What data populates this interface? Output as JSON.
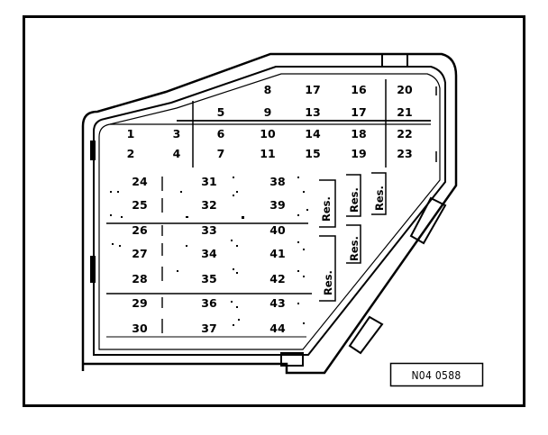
{
  "reference_code": "N04 0588",
  "fuses_upper": [
    {
      "label": "8"
    },
    {
      "label": "17"
    },
    {
      "label": "16"
    },
    {
      "label": "20"
    },
    {
      "label": "5"
    },
    {
      "label": "9"
    },
    {
      "label": "13"
    },
    {
      "label": "17"
    },
    {
      "label": "21"
    },
    {
      "label": "1"
    },
    {
      "label": "3"
    },
    {
      "label": "6"
    },
    {
      "label": "10"
    },
    {
      "label": "14"
    },
    {
      "label": "18"
    },
    {
      "label": "22"
    },
    {
      "label": "2"
    },
    {
      "label": "4"
    },
    {
      "label": "7"
    },
    {
      "label": "11"
    },
    {
      "label": "15"
    },
    {
      "label": "19"
    },
    {
      "label": "23"
    }
  ],
  "fuses_lower": [
    {
      "label": "24"
    },
    {
      "label": "31"
    },
    {
      "label": "38"
    },
    {
      "label": "25"
    },
    {
      "label": "32"
    },
    {
      "label": "39"
    },
    {
      "label": "26"
    },
    {
      "label": "33"
    },
    {
      "label": "40"
    },
    {
      "label": "27"
    },
    {
      "label": "34"
    },
    {
      "label": "41"
    },
    {
      "label": "28"
    },
    {
      "label": "35"
    },
    {
      "label": "42"
    },
    {
      "label": "29"
    },
    {
      "label": "36"
    },
    {
      "label": "43"
    },
    {
      "label": "30"
    },
    {
      "label": "37"
    },
    {
      "label": "44"
    }
  ],
  "reserve_slots": [
    {
      "label": "Res."
    },
    {
      "label": "Res."
    },
    {
      "label": "Res."
    },
    {
      "label": "Res."
    },
    {
      "label": "Res."
    }
  ]
}
